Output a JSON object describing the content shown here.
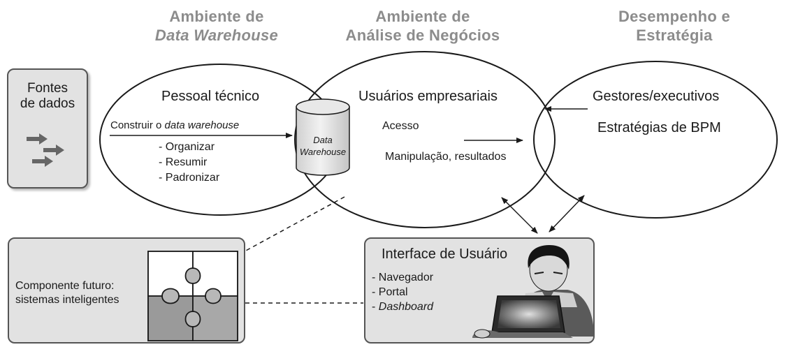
{
  "headers": {
    "dw_env": {
      "line1": "Ambiente de",
      "line2": "Data Warehouse"
    },
    "ba_env": {
      "line1": "Ambiente de",
      "line2": "Análise de Negócios"
    },
    "perf_env": {
      "line1": "Desempenho e",
      "line2": "Estratégia"
    }
  },
  "sources": {
    "line1": "Fontes",
    "line2": "de dados"
  },
  "dw_ellipse": {
    "title": "Pessoal técnico",
    "build_prefix": "Construir o ",
    "build_italic": "data warehouse",
    "tasks": [
      "- Organizar",
      "- Resumir",
      "- Padronizar"
    ]
  },
  "dw_cylinder": {
    "line1": "Data",
    "line2": "Warehouse"
  },
  "ba_ellipse": {
    "title": "Usuários empresariais",
    "access": "Acesso",
    "manipulation": "Manipulação, resultados"
  },
  "perf_ellipse": {
    "title": "Gestores/executivos",
    "strategy": "Estratégias de BPM"
  },
  "future": {
    "line1": "Componente futuro:",
    "line2": "sistemas inteligentes"
  },
  "ui_box": {
    "title": "Interface de Usuário",
    "items": [
      "- Navegador",
      "- Portal"
    ],
    "dashboard_prefix": "- ",
    "dashboard_italic": "Dashboard"
  },
  "colors": {
    "header_gray": "#8c8c8c",
    "box_fill": "#e2e2e2",
    "stroke": "#1a1a1a"
  }
}
